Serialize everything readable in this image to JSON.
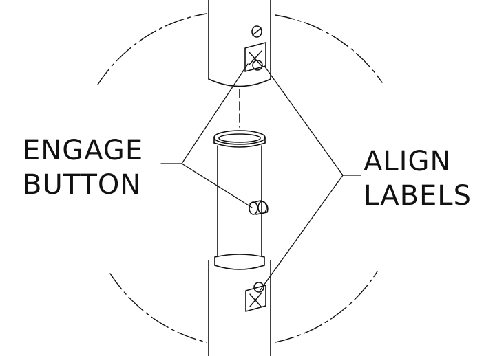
{
  "callouts": {
    "engage_line1": "ENGAGE",
    "engage_line2": "BUTTON",
    "align_line1": "ALIGN",
    "align_line2": "LABELS"
  },
  "colors": {
    "ink": "#111111",
    "background": "#ffffff"
  }
}
